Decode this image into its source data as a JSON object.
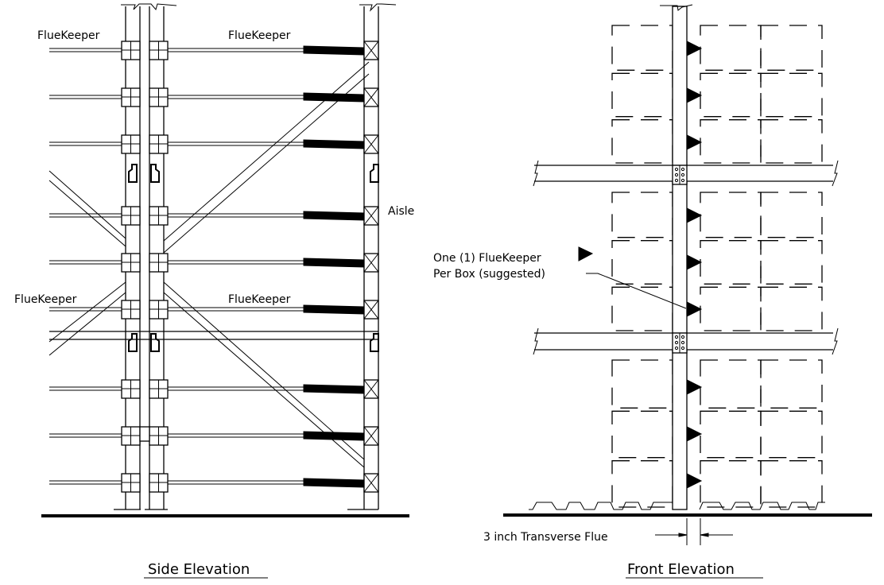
{
  "drawing": {
    "side_elevation": {
      "title": "Side Elevation",
      "labels": {
        "fluekeeper_top_left": "FlueKeeper",
        "fluekeeper_top_right": "FlueKeeper",
        "fluekeeper_mid_left": "FlueKeeper",
        "fluekeeper_mid_right": "FlueKeeper",
        "aisle": "Aisle"
      },
      "beam_levels_count": 10
    },
    "front_elevation": {
      "title": "Front Elevation",
      "callout_line1": "One (1) FlueKeeper",
      "callout_line2": "Per Box (suggested)",
      "dimension_label": "3 inch Transverse Flue",
      "fluekeeper_markers_count": 9,
      "bays": 3,
      "boxes_per_bay_level": 3
    }
  }
}
